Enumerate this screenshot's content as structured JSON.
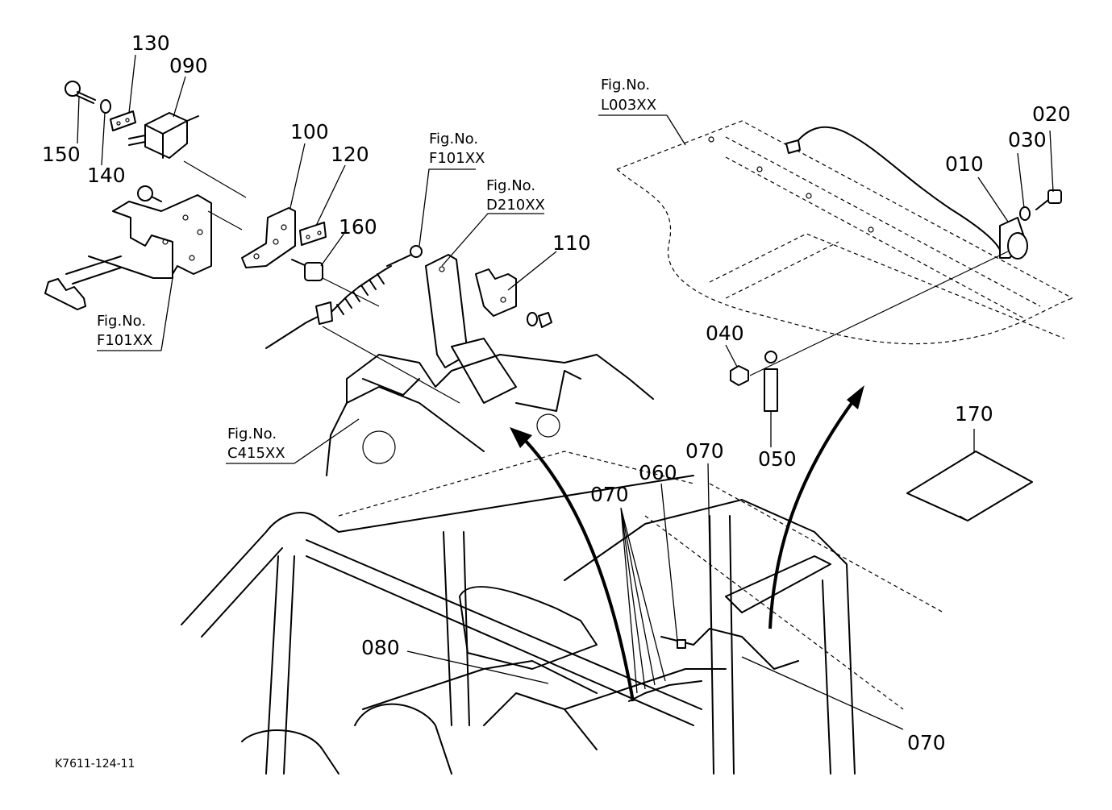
{
  "part_numbers": {
    "p010": "010",
    "p020": "020",
    "p030": "030",
    "p040": "040",
    "p050": "050",
    "p060": "060",
    "p070_a": "070",
    "p070_b": "070",
    "p070_c": "070",
    "p080": "080",
    "p090": "090",
    "p100": "100",
    "p110": "110",
    "p120": "120",
    "p130": "130",
    "p140": "140",
    "p150": "150",
    "p160": "160",
    "p170": "170"
  },
  "figure_refs": {
    "label": "Fig.No.",
    "f101_upper": "F101XX",
    "f101_lower": "F101XX",
    "d210": "D210XX",
    "l003": "L003XX",
    "c415": "C415XX"
  },
  "drawing_code": "K7611-124-11"
}
